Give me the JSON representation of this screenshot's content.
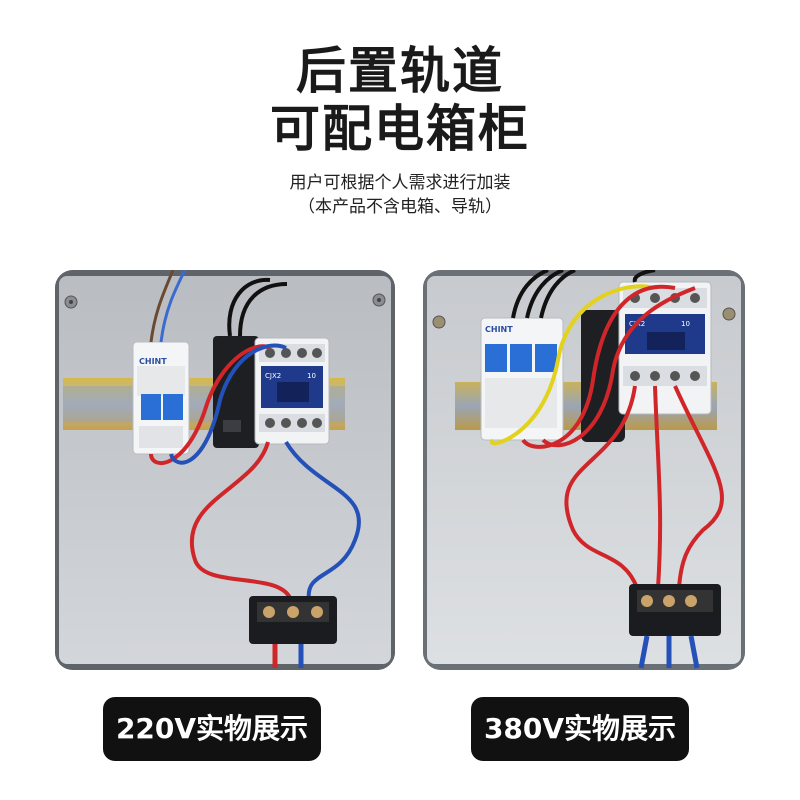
{
  "header": {
    "title_line1": "后置轨道",
    "title_line2": "可配电箱柜",
    "subtitle_line1": "用户可根据个人需求进行加装",
    "subtitle_line2": "（本产品不含电箱、导轨）"
  },
  "panels": [
    {
      "caption": "220V实物展示",
      "contactor_model": "CJX2",
      "contactor_rating": "10",
      "breaker_brand": "CHINT"
    },
    {
      "caption": "380V实物展示",
      "contactor_model": "CJX2",
      "contactor_rating": "10",
      "breaker_brand": "CHINT"
    }
  ],
  "colors": {
    "panel_bg": "#c9ccd0",
    "wire_red": "#d0262a",
    "wire_blue": "#2450b8",
    "wire_yellow": "#e2d21e",
    "contactor_blue": "#1f3a8a",
    "breaker_blue": "#2a6fd6",
    "label_bg": "#111111"
  }
}
